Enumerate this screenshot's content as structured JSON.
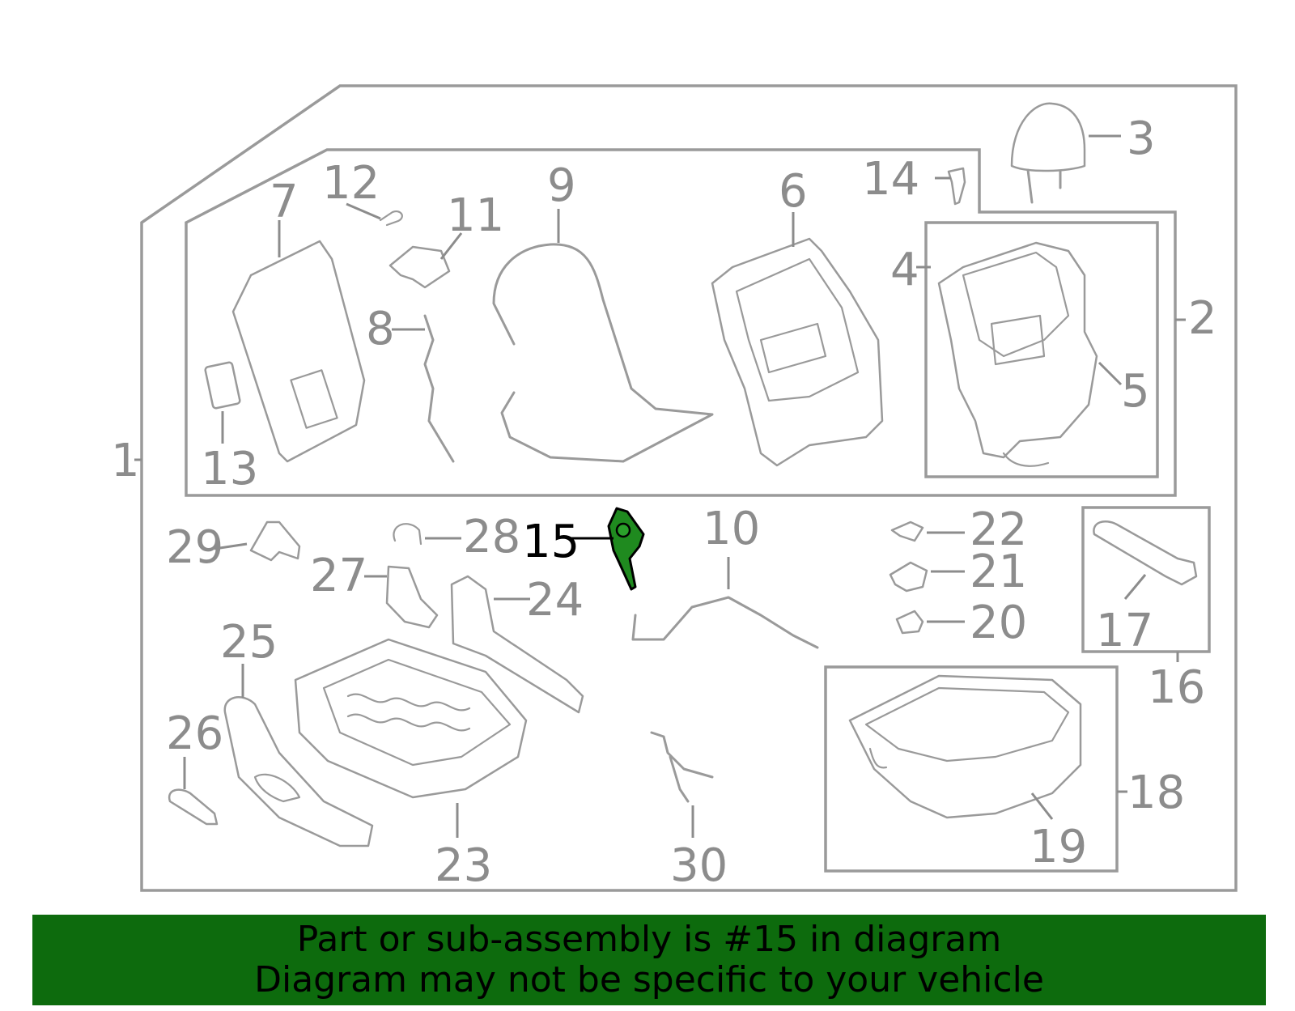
{
  "callouts": [
    {
      "id": "1",
      "text": "1"
    },
    {
      "id": "2",
      "text": "2"
    },
    {
      "id": "3",
      "text": "3"
    },
    {
      "id": "4",
      "text": "4"
    },
    {
      "id": "5",
      "text": "5"
    },
    {
      "id": "6",
      "text": "6"
    },
    {
      "id": "7",
      "text": "7"
    },
    {
      "id": "8",
      "text": "8"
    },
    {
      "id": "9",
      "text": "9"
    },
    {
      "id": "10",
      "text": "10"
    },
    {
      "id": "11",
      "text": "11"
    },
    {
      "id": "12",
      "text": "12"
    },
    {
      "id": "13",
      "text": "13"
    },
    {
      "id": "14",
      "text": "14"
    },
    {
      "id": "15",
      "text": "15"
    },
    {
      "id": "16",
      "text": "16"
    },
    {
      "id": "17",
      "text": "17"
    },
    {
      "id": "18",
      "text": "18"
    },
    {
      "id": "19",
      "text": "19"
    },
    {
      "id": "20",
      "text": "20"
    },
    {
      "id": "21",
      "text": "21"
    },
    {
      "id": "22",
      "text": "22"
    },
    {
      "id": "23",
      "text": "23"
    },
    {
      "id": "24",
      "text": "24"
    },
    {
      "id": "25",
      "text": "25"
    },
    {
      "id": "26",
      "text": "26"
    },
    {
      "id": "27",
      "text": "27"
    },
    {
      "id": "28",
      "text": "28"
    },
    {
      "id": "29",
      "text": "29"
    },
    {
      "id": "30",
      "text": "30"
    }
  ],
  "highlighted_part": "15",
  "colors": {
    "line_gray": "#9a9a9a",
    "highlight_green": "#1f8a1f",
    "banner_green": "#0d6b0d",
    "background": "#ffffff"
  },
  "banner": {
    "line1": "Part or sub-assembly is #15 in diagram",
    "line2": "Diagram may not be specific to your vehicle"
  }
}
